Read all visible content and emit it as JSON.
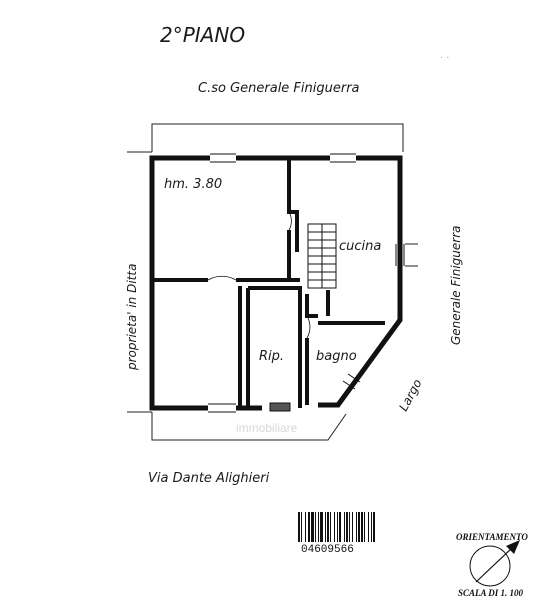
{
  "floor_label": "2°PIANO",
  "streets": {
    "north": "C.so Generale Finiguerra",
    "south": "Via Dante Alighieri",
    "east": "Generale Finiguerra",
    "southeast": "Largo",
    "west": "proprieta' in Ditta"
  },
  "rooms": {
    "main_room": "hm. 3.80",
    "kitchen": "cucina",
    "storage": "Rip.",
    "bathroom": "bagno"
  },
  "barcode_number": "04609566",
  "compass": {
    "label": "ORIENTAMENTO",
    "scale": "SCALA DI 1. 100"
  },
  "watermark": "immobiliare"
}
